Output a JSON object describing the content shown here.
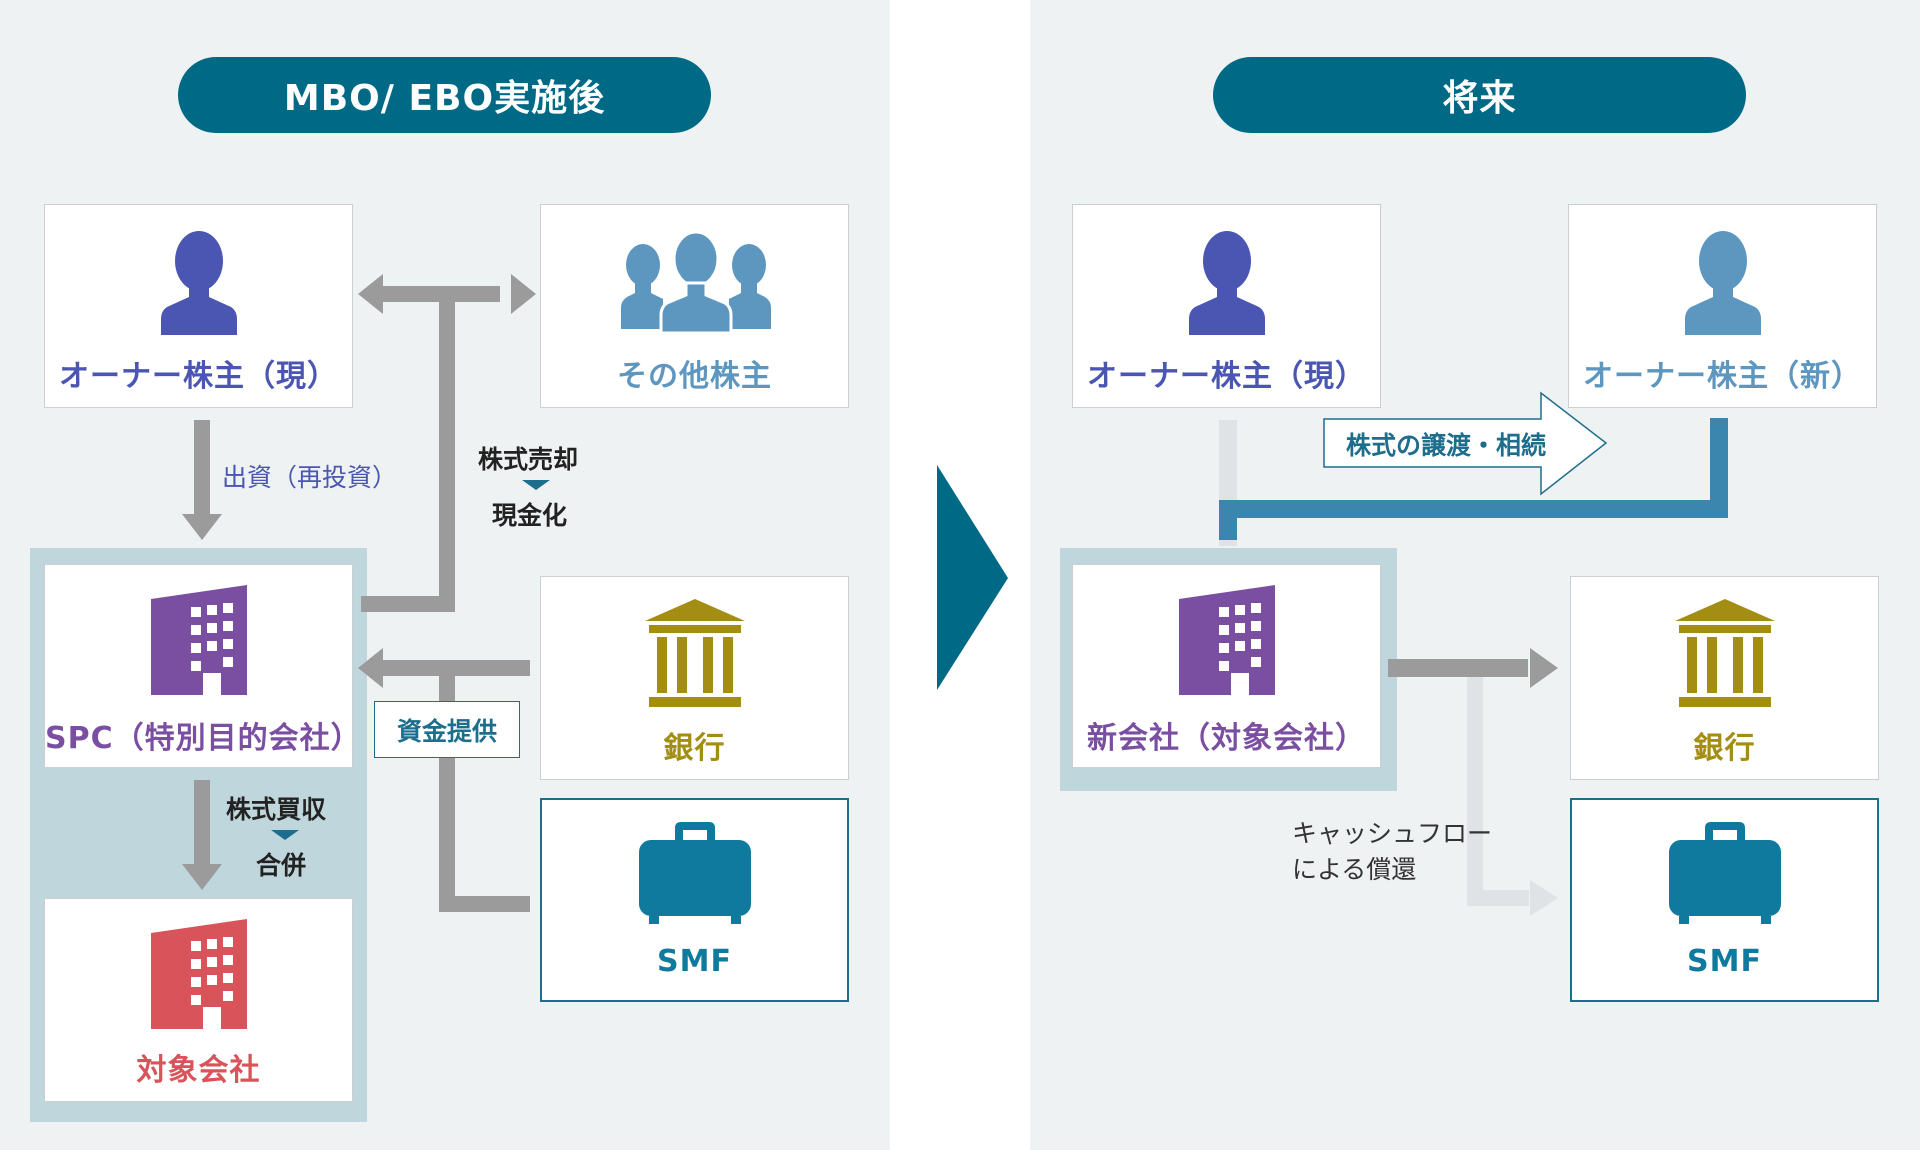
{
  "left": {
    "title": "MBO/ EBO実施後",
    "owner_current": "オーナー株主（現）",
    "other_shareholders": "その他株主",
    "investment": "出資（再投資）",
    "stock_sale": "株式売却",
    "cash_out": "現金化",
    "spc": "SPC（特別目的会社）",
    "funding": "資金提供",
    "bank": "銀行",
    "smf": "SMF",
    "stock_purchase": "株式買収",
    "merger": "合併",
    "target": "対象会社"
  },
  "right": {
    "title": "将来",
    "owner_current": "オーナー株主（現）",
    "owner_new": "オーナー株主（新）",
    "transfer": "株式の譲渡・相続",
    "new_company": "新会社（対象会社）",
    "bank": "銀行",
    "smf": "SMF",
    "repay_line1": "キャッシュフロー",
    "repay_line2": "による償還"
  },
  "colors": {
    "teal": "#006a86",
    "navy_person": "#4a56b2",
    "light_person": "#5d97c0",
    "purple": "#7a4fa2",
    "red": "#d9535a",
    "gold": "#a38d13",
    "gray_arrow": "#9b9b9b",
    "blue_line": "#3b86ae"
  }
}
